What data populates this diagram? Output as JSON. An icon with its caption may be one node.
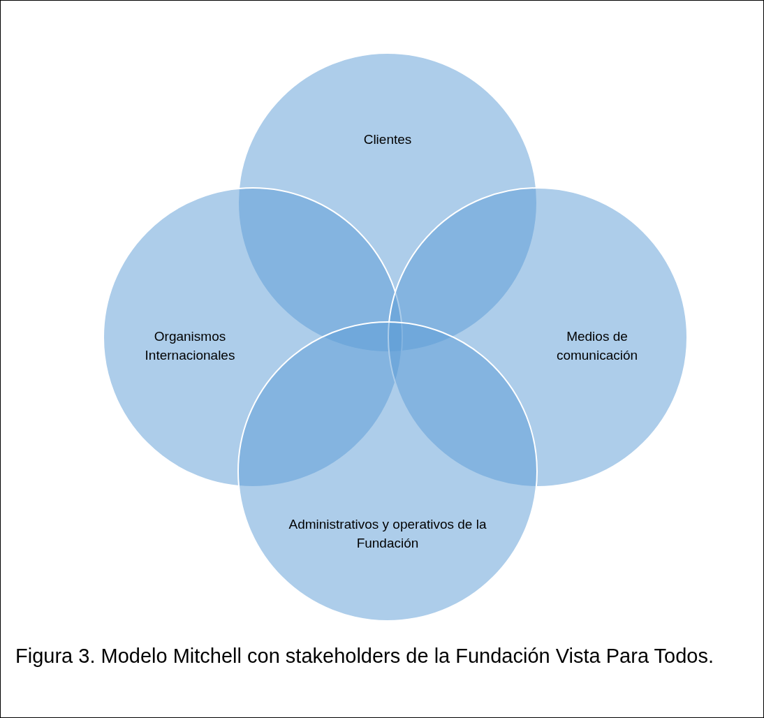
{
  "diagram": {
    "caption": "Figura 3.  Modelo Mitchell con stakeholders de la Fundación Vista Para Todos.",
    "nodes": [
      {
        "text": [
          "Clientes"
        ]
      },
      {
        "text": [
          "Organismos Internacionales"
        ]
      },
      {
        "text": [
          "Medios de comunicación"
        ]
      },
      {
        "text": [
          "Administrativos y operativos de la Fundación"
        ]
      }
    ]
  }
}
